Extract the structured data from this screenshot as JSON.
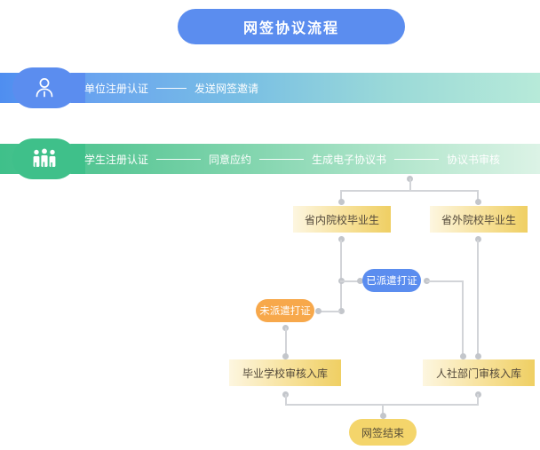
{
  "title": {
    "text": "网签协议流程"
  },
  "rows": [
    {
      "id": "employer",
      "icon": "single-person-icon",
      "color": "#5b8def",
      "steps": [
        "单位注册认证",
        "发送网签邀请"
      ]
    },
    {
      "id": "student",
      "icon": "group-people-icon",
      "color": "#3fc08a",
      "steps": [
        "学生注册认证",
        "同意应约",
        "生成电子协议书",
        "协议书审核"
      ]
    }
  ],
  "nodes": {
    "grad_in_province": "省内院校毕业生",
    "grad_out_province": "省外院校毕业生",
    "dispatched": "已派遣打证",
    "not_dispatched": "未派遣打证",
    "school_review": "毕业学校审核入库",
    "hr_review": "人社部门审核入库",
    "finish": "网签结束"
  },
  "colors": {
    "title_blue": "#5b8def",
    "band_green": "#3fc08a",
    "gold": "#f0d068",
    "orange": "#f7a84b",
    "blue_pill": "#5b8def",
    "yellow_pill": "#f4d56b",
    "connector": "#d2d4d8"
  }
}
